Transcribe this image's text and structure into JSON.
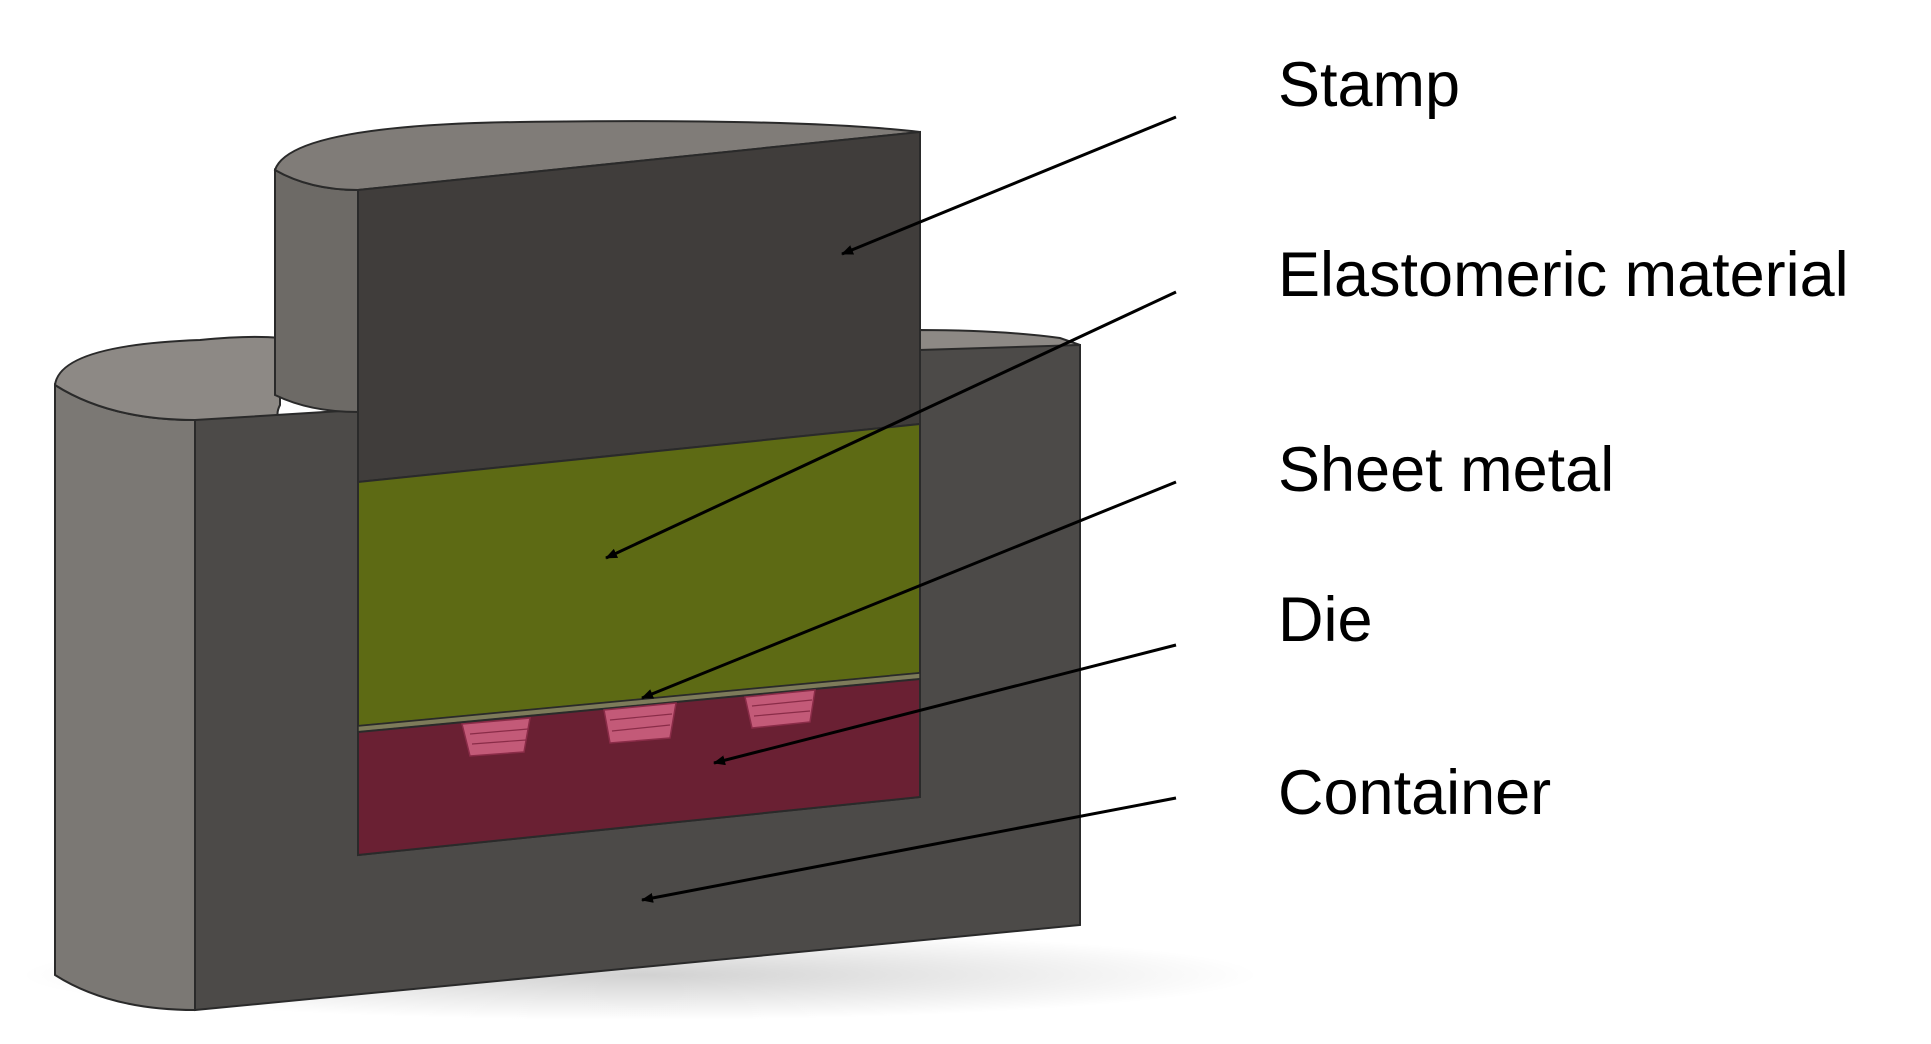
{
  "labels": {
    "stamp": "Stamp",
    "elastomeric": "Elastomeric material",
    "sheet_metal": "Sheet metal",
    "die": "Die",
    "container": "Container"
  },
  "colors": {
    "container_side": "#7b7874",
    "container_top": "#8d8985",
    "container_cut": "#4c4a48",
    "stamp_side": "#6d6a66",
    "stamp_top": "#807c78",
    "stamp_cut": "#403d3b",
    "elastomer": "#5d6a14",
    "sheet": "#7d7b5a",
    "die": "#6a2033",
    "die_feature": "#c35a78",
    "arrow": "#000000",
    "edge": "#2a2a2a"
  }
}
